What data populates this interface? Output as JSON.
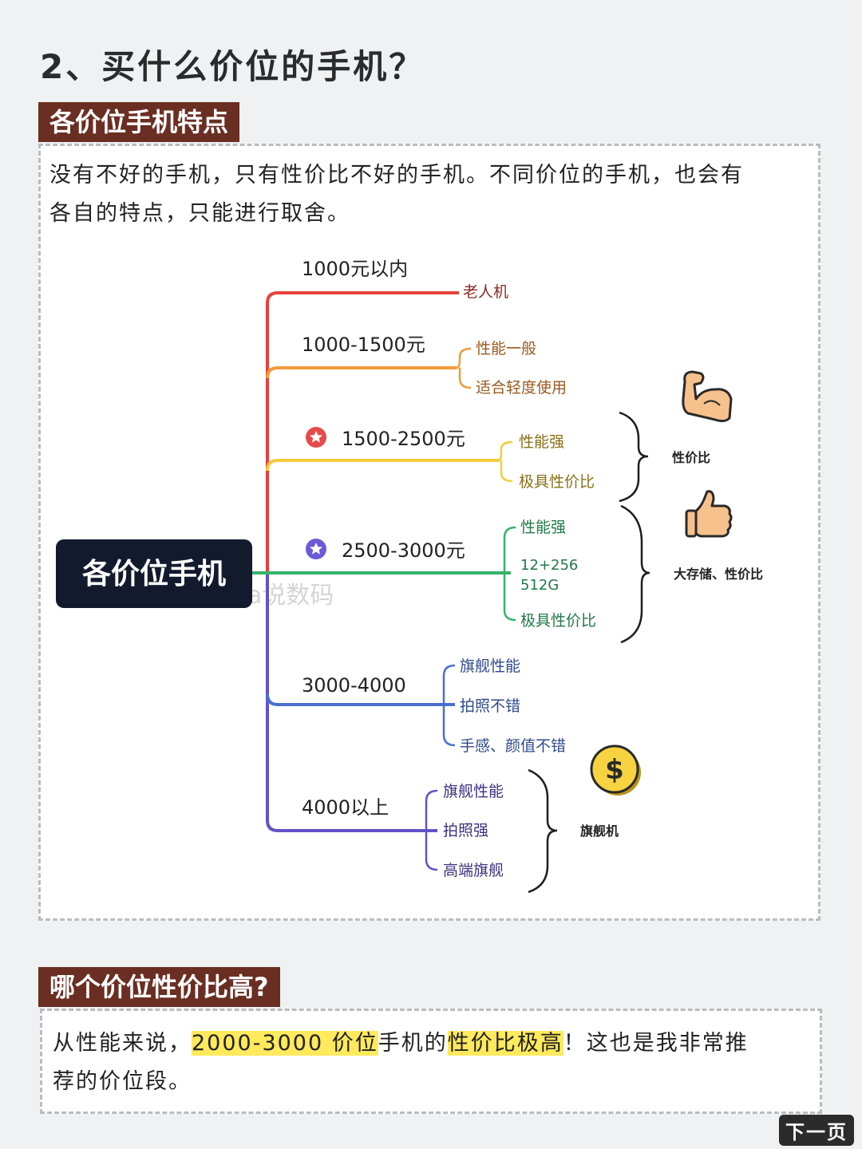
{
  "page": {
    "title": "2、买什么价位的手机？",
    "next_label": "下一页"
  },
  "section1": {
    "tag": "各价位手机特点",
    "intro_line1": "没有不好的手机，只有性价比不好的手机。不同价位的手机，也会有",
    "intro_line2": "各自的特点，只能进行取舍。"
  },
  "mindmap": {
    "root": "各价位手机",
    "watermark": "a说数码",
    "branches": [
      {
        "label": "1000元以内",
        "color": "#e6413b",
        "leaves": [
          "老人机"
        ]
      },
      {
        "label": "1000-1500元",
        "color": "#f39a3a",
        "leaves": [
          "性能一般",
          "适合轻度使用"
        ]
      },
      {
        "label": "1500-2500元",
        "color": "#f2cc3a",
        "leaves": [
          "性能强",
          "极具性价比"
        ]
      },
      {
        "label": "2500-3000元",
        "color": "#35b36a",
        "leaves": [
          "性能强",
          "12+256",
          "512G",
          "极具性价比"
        ]
      },
      {
        "label": "3000-4000",
        "color": "#4a6fd0",
        "leaves": [
          "旗舰性能",
          "拍照不错",
          "手感、颜值不错"
        ]
      },
      {
        "label": "4000以上",
        "color": "#6152c7",
        "leaves": [
          "旗舰性能",
          "拍照强",
          "高端旗舰"
        ]
      }
    ],
    "summaries": [
      "性价比",
      "大存储、性价比",
      "旗舰机"
    ],
    "icons": [
      "star-red-icon",
      "star-purple-icon",
      "flexed-biceps-icon",
      "thumbs-up-icon",
      "dollar-coin-icon"
    ]
  },
  "section2": {
    "tag": "哪个价位性价比高?",
    "text_a": "从性能来说，",
    "highlight_a": "2000-3000 价位",
    "text_b": "手机的",
    "highlight_b": "性价比极高",
    "text_c": "！这也是我非常推",
    "line2": "荐的价位段。"
  }
}
